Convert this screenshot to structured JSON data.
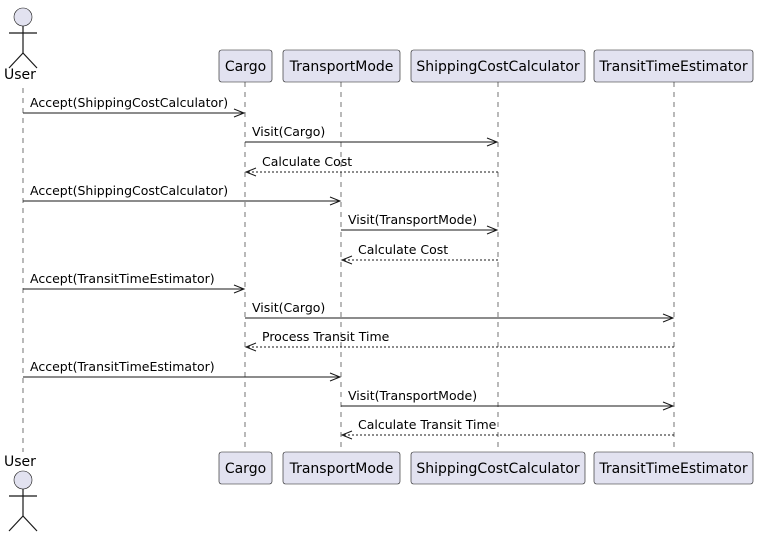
{
  "diagram": {
    "type": "sequence",
    "participants": [
      {
        "id": "user",
        "label": "User",
        "kind": "actor"
      },
      {
        "id": "cargo",
        "label": "Cargo",
        "kind": "participant"
      },
      {
        "id": "transport",
        "label": "TransportMode",
        "kind": "participant"
      },
      {
        "id": "shipping",
        "label": "ShippingCostCalculator",
        "kind": "participant"
      },
      {
        "id": "transit",
        "label": "TransitTimeEstimator",
        "kind": "participant"
      }
    ],
    "messages": [
      {
        "from": "user",
        "to": "cargo",
        "label": "Accept(ShippingCostCalculator)",
        "style": "solid"
      },
      {
        "from": "cargo",
        "to": "shipping",
        "label": "Visit(Cargo)",
        "style": "solid"
      },
      {
        "from": "shipping",
        "to": "cargo",
        "label": "Calculate Cost",
        "style": "dashed"
      },
      {
        "from": "user",
        "to": "transport",
        "label": "Accept(ShippingCostCalculator)",
        "style": "solid"
      },
      {
        "from": "transport",
        "to": "shipping",
        "label": "Visit(TransportMode)",
        "style": "solid"
      },
      {
        "from": "shipping",
        "to": "transport",
        "label": "Calculate Cost",
        "style": "dashed"
      },
      {
        "from": "user",
        "to": "cargo",
        "label": "Accept(TransitTimeEstimator)",
        "style": "solid"
      },
      {
        "from": "cargo",
        "to": "transit",
        "label": "Visit(Cargo)",
        "style": "solid"
      },
      {
        "from": "transit",
        "to": "cargo",
        "label": "Process Transit Time",
        "style": "dashed"
      },
      {
        "from": "user",
        "to": "transport",
        "label": "Accept(TransitTimeEstimator)",
        "style": "solid"
      },
      {
        "from": "transport",
        "to": "transit",
        "label": "Visit(TransportMode)",
        "style": "solid"
      },
      {
        "from": "transit",
        "to": "transport",
        "label": "Calculate Transit Time",
        "style": "dashed"
      }
    ],
    "colors": {
      "participant_fill": "#e2e2f0",
      "line": "#181818",
      "text": "#000000",
      "background": "#ffffff"
    }
  }
}
